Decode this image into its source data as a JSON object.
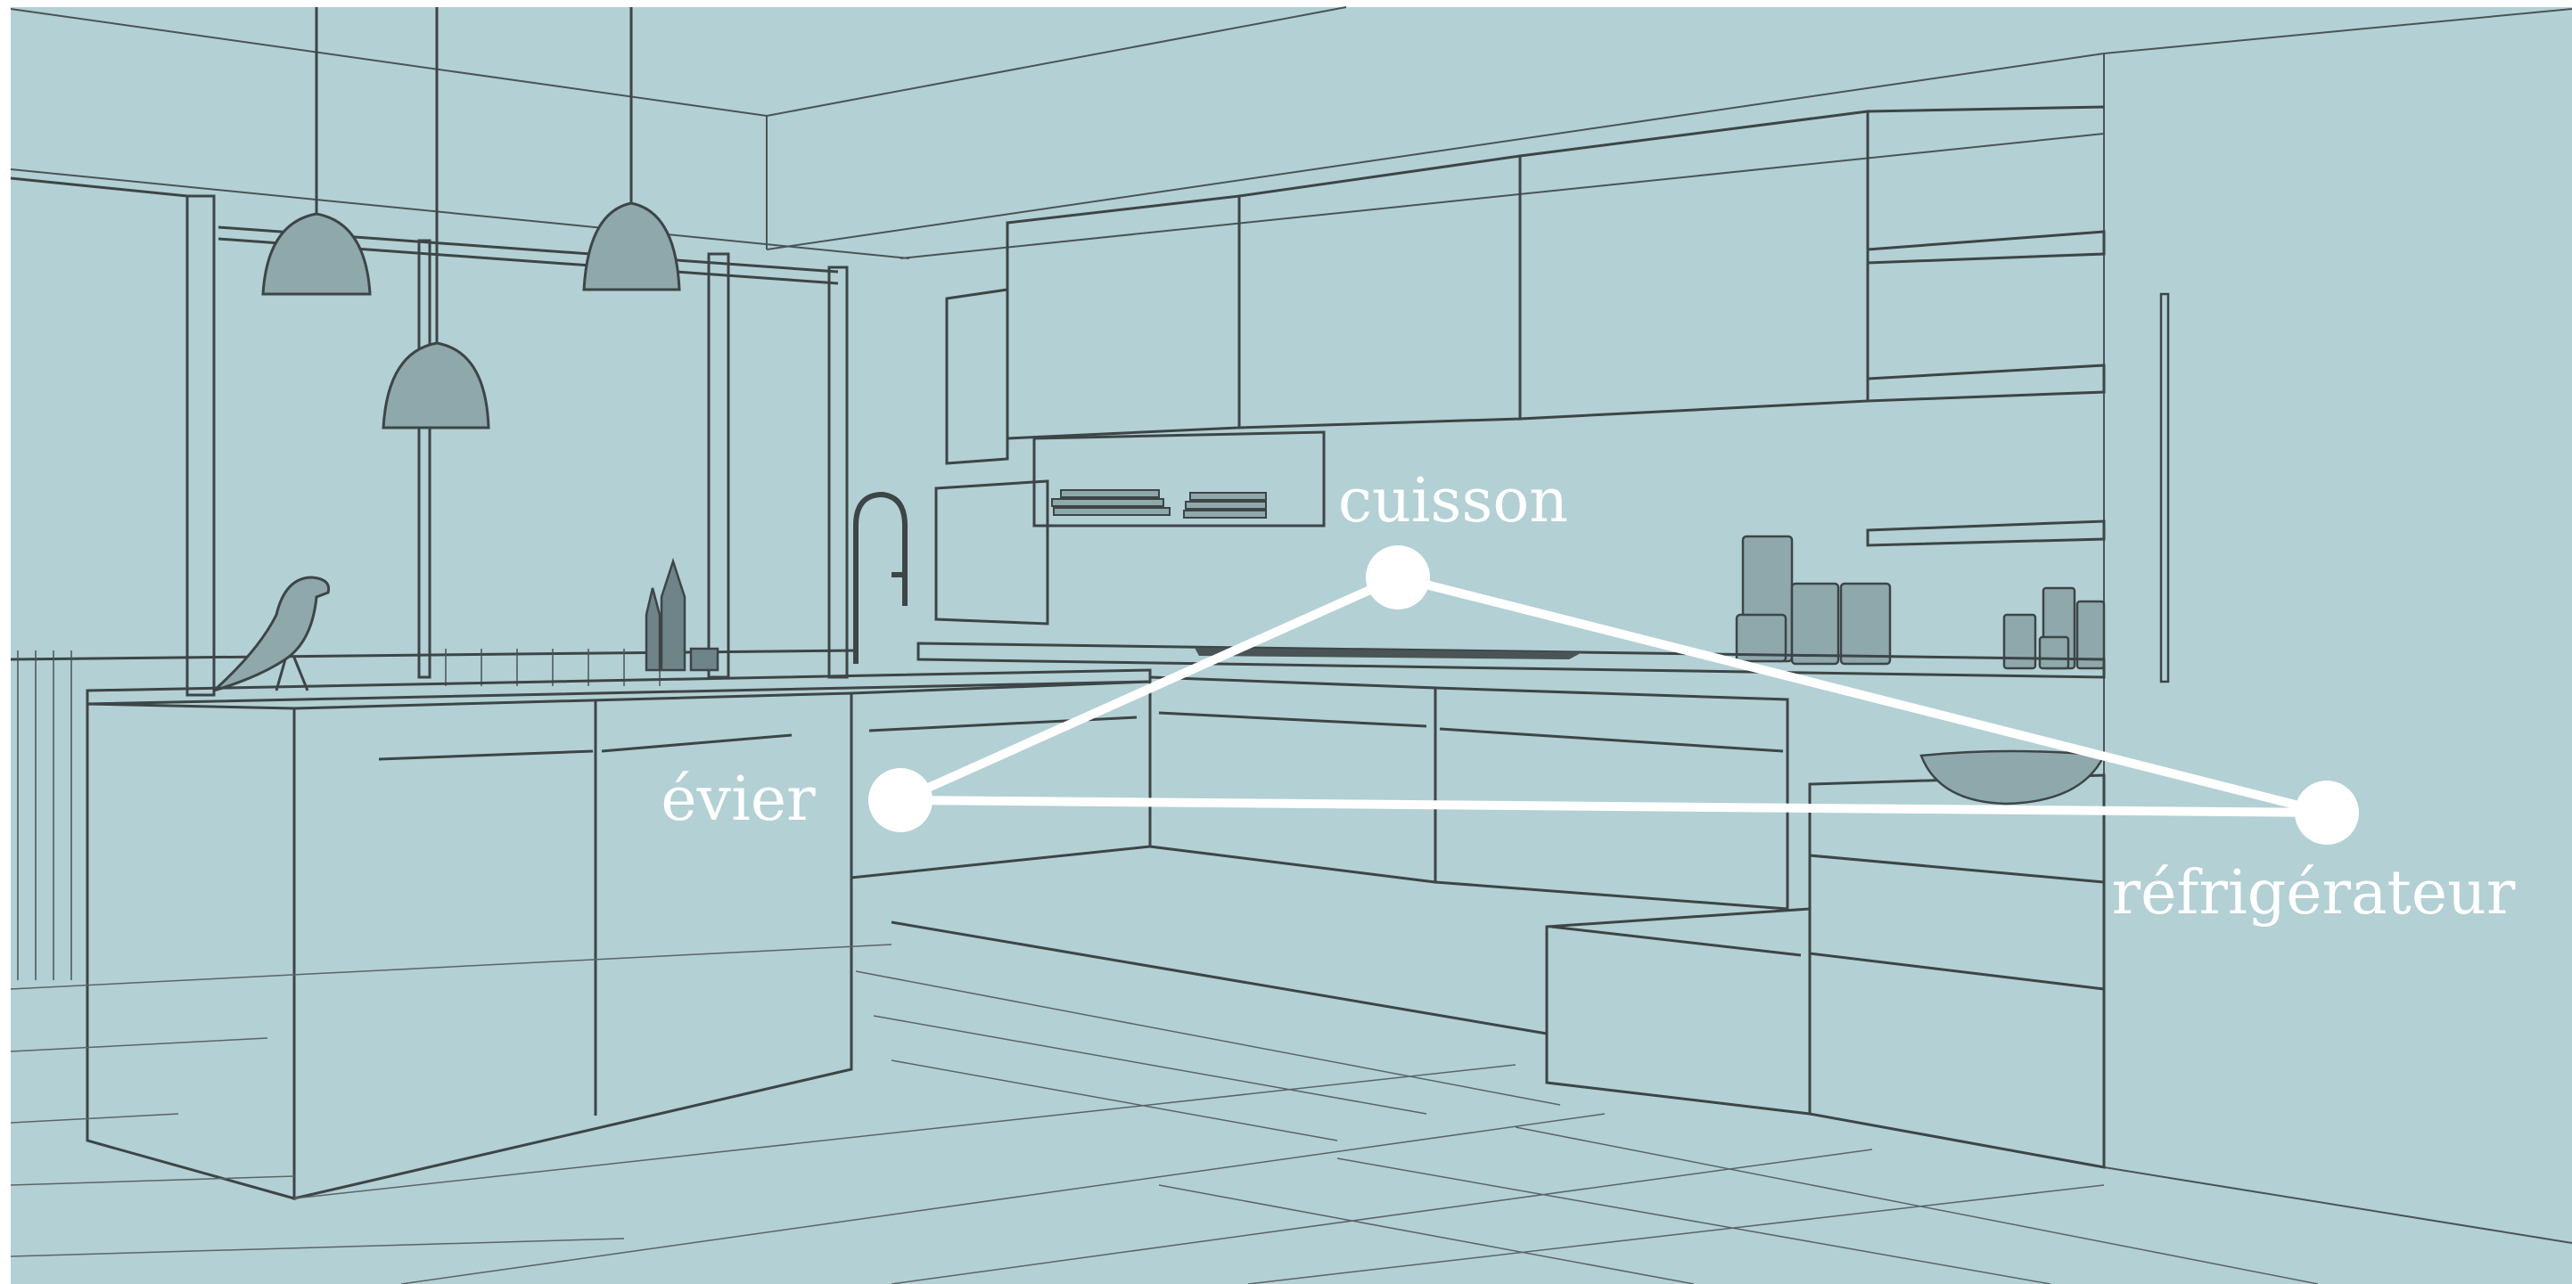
{
  "diagram": {
    "labels": {
      "cooking": "cuisson",
      "sink": "évier",
      "fridge": "réfrigérateur"
    },
    "colors": {
      "wall": "#b3d0d4",
      "line": "#3d4547",
      "accent": "#ffffff"
    }
  }
}
